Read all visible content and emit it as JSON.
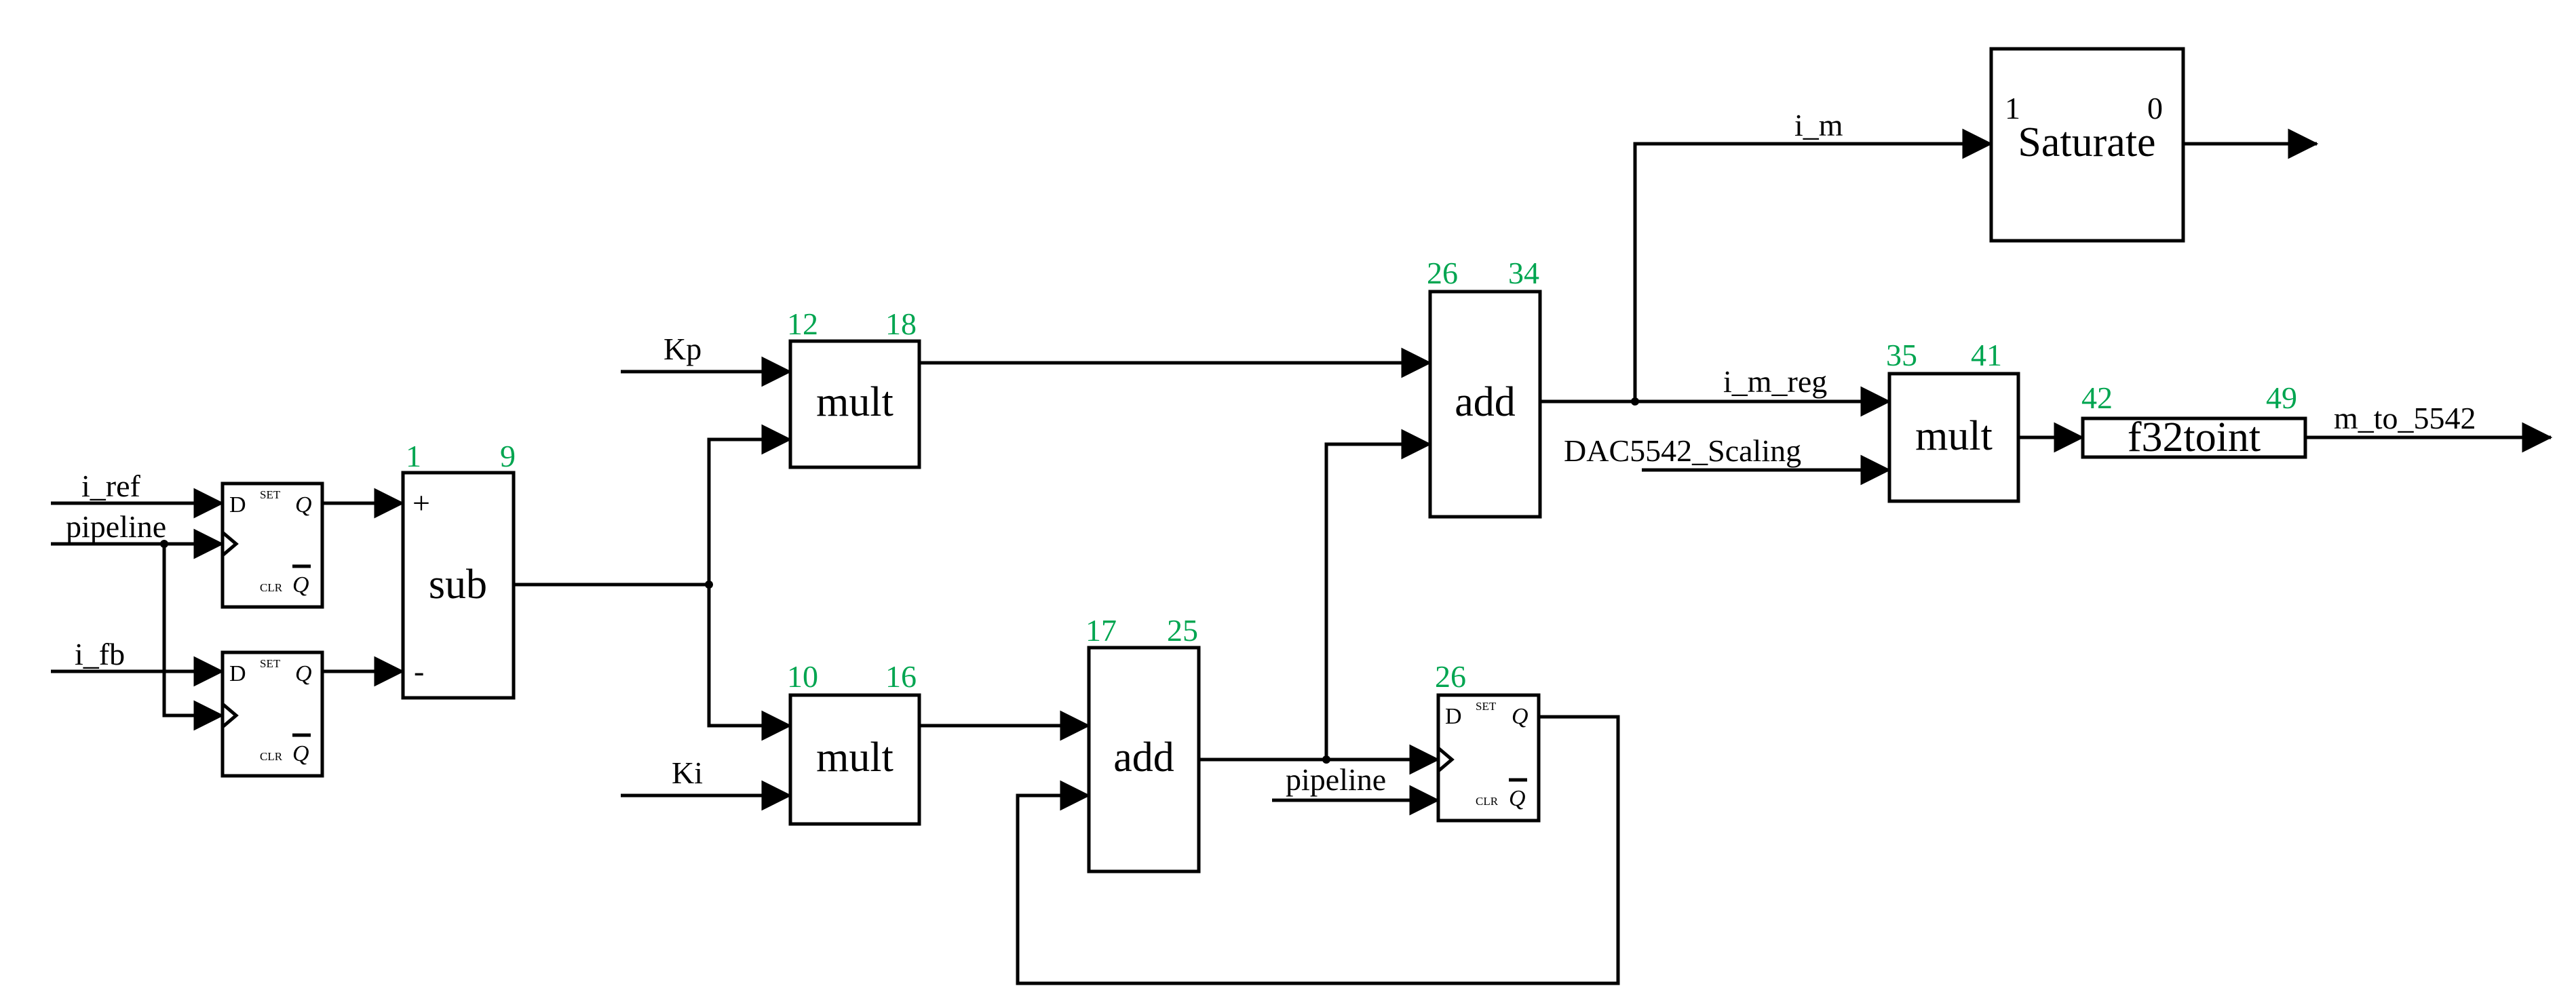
{
  "colors": {
    "stroke": "#000000",
    "index": "#00a550",
    "background": "#ffffff"
  },
  "signals": {
    "i_ref": "i_ref",
    "pipeline_in": "pipeline",
    "i_fb": "i_fb",
    "kp": "Kp",
    "ki": "Ki",
    "pipeline_acc": "pipeline",
    "i_m": "i_m",
    "i_m_reg": "i_m_reg",
    "dac_scaling": "DAC5542_Scaling",
    "m_to_5542": "m_to_5542"
  },
  "flipflop": {
    "d": "D",
    "set": "SET",
    "q": "Q",
    "clr": "CLR",
    "qbar": "Q"
  },
  "blocks": {
    "sub": {
      "label": "sub",
      "plus": "+",
      "minus": "-",
      "start": "1",
      "end": "9"
    },
    "mult_kp": {
      "label": "mult",
      "start": "12",
      "end": "18"
    },
    "mult_ki": {
      "label": "mult",
      "start": "10",
      "end": "16"
    },
    "add_int": {
      "label": "add",
      "start": "17",
      "end": "25"
    },
    "acc_ff": {
      "start": "26"
    },
    "add_out": {
      "label": "add",
      "start": "26",
      "end": "34"
    },
    "mult_scale": {
      "label": "mult",
      "start": "35",
      "end": "41"
    },
    "f32toint": {
      "label": "f32toint",
      "start": "42",
      "end": "49"
    },
    "saturate": {
      "label": "Saturate",
      "in": "1",
      "out": "0"
    }
  }
}
